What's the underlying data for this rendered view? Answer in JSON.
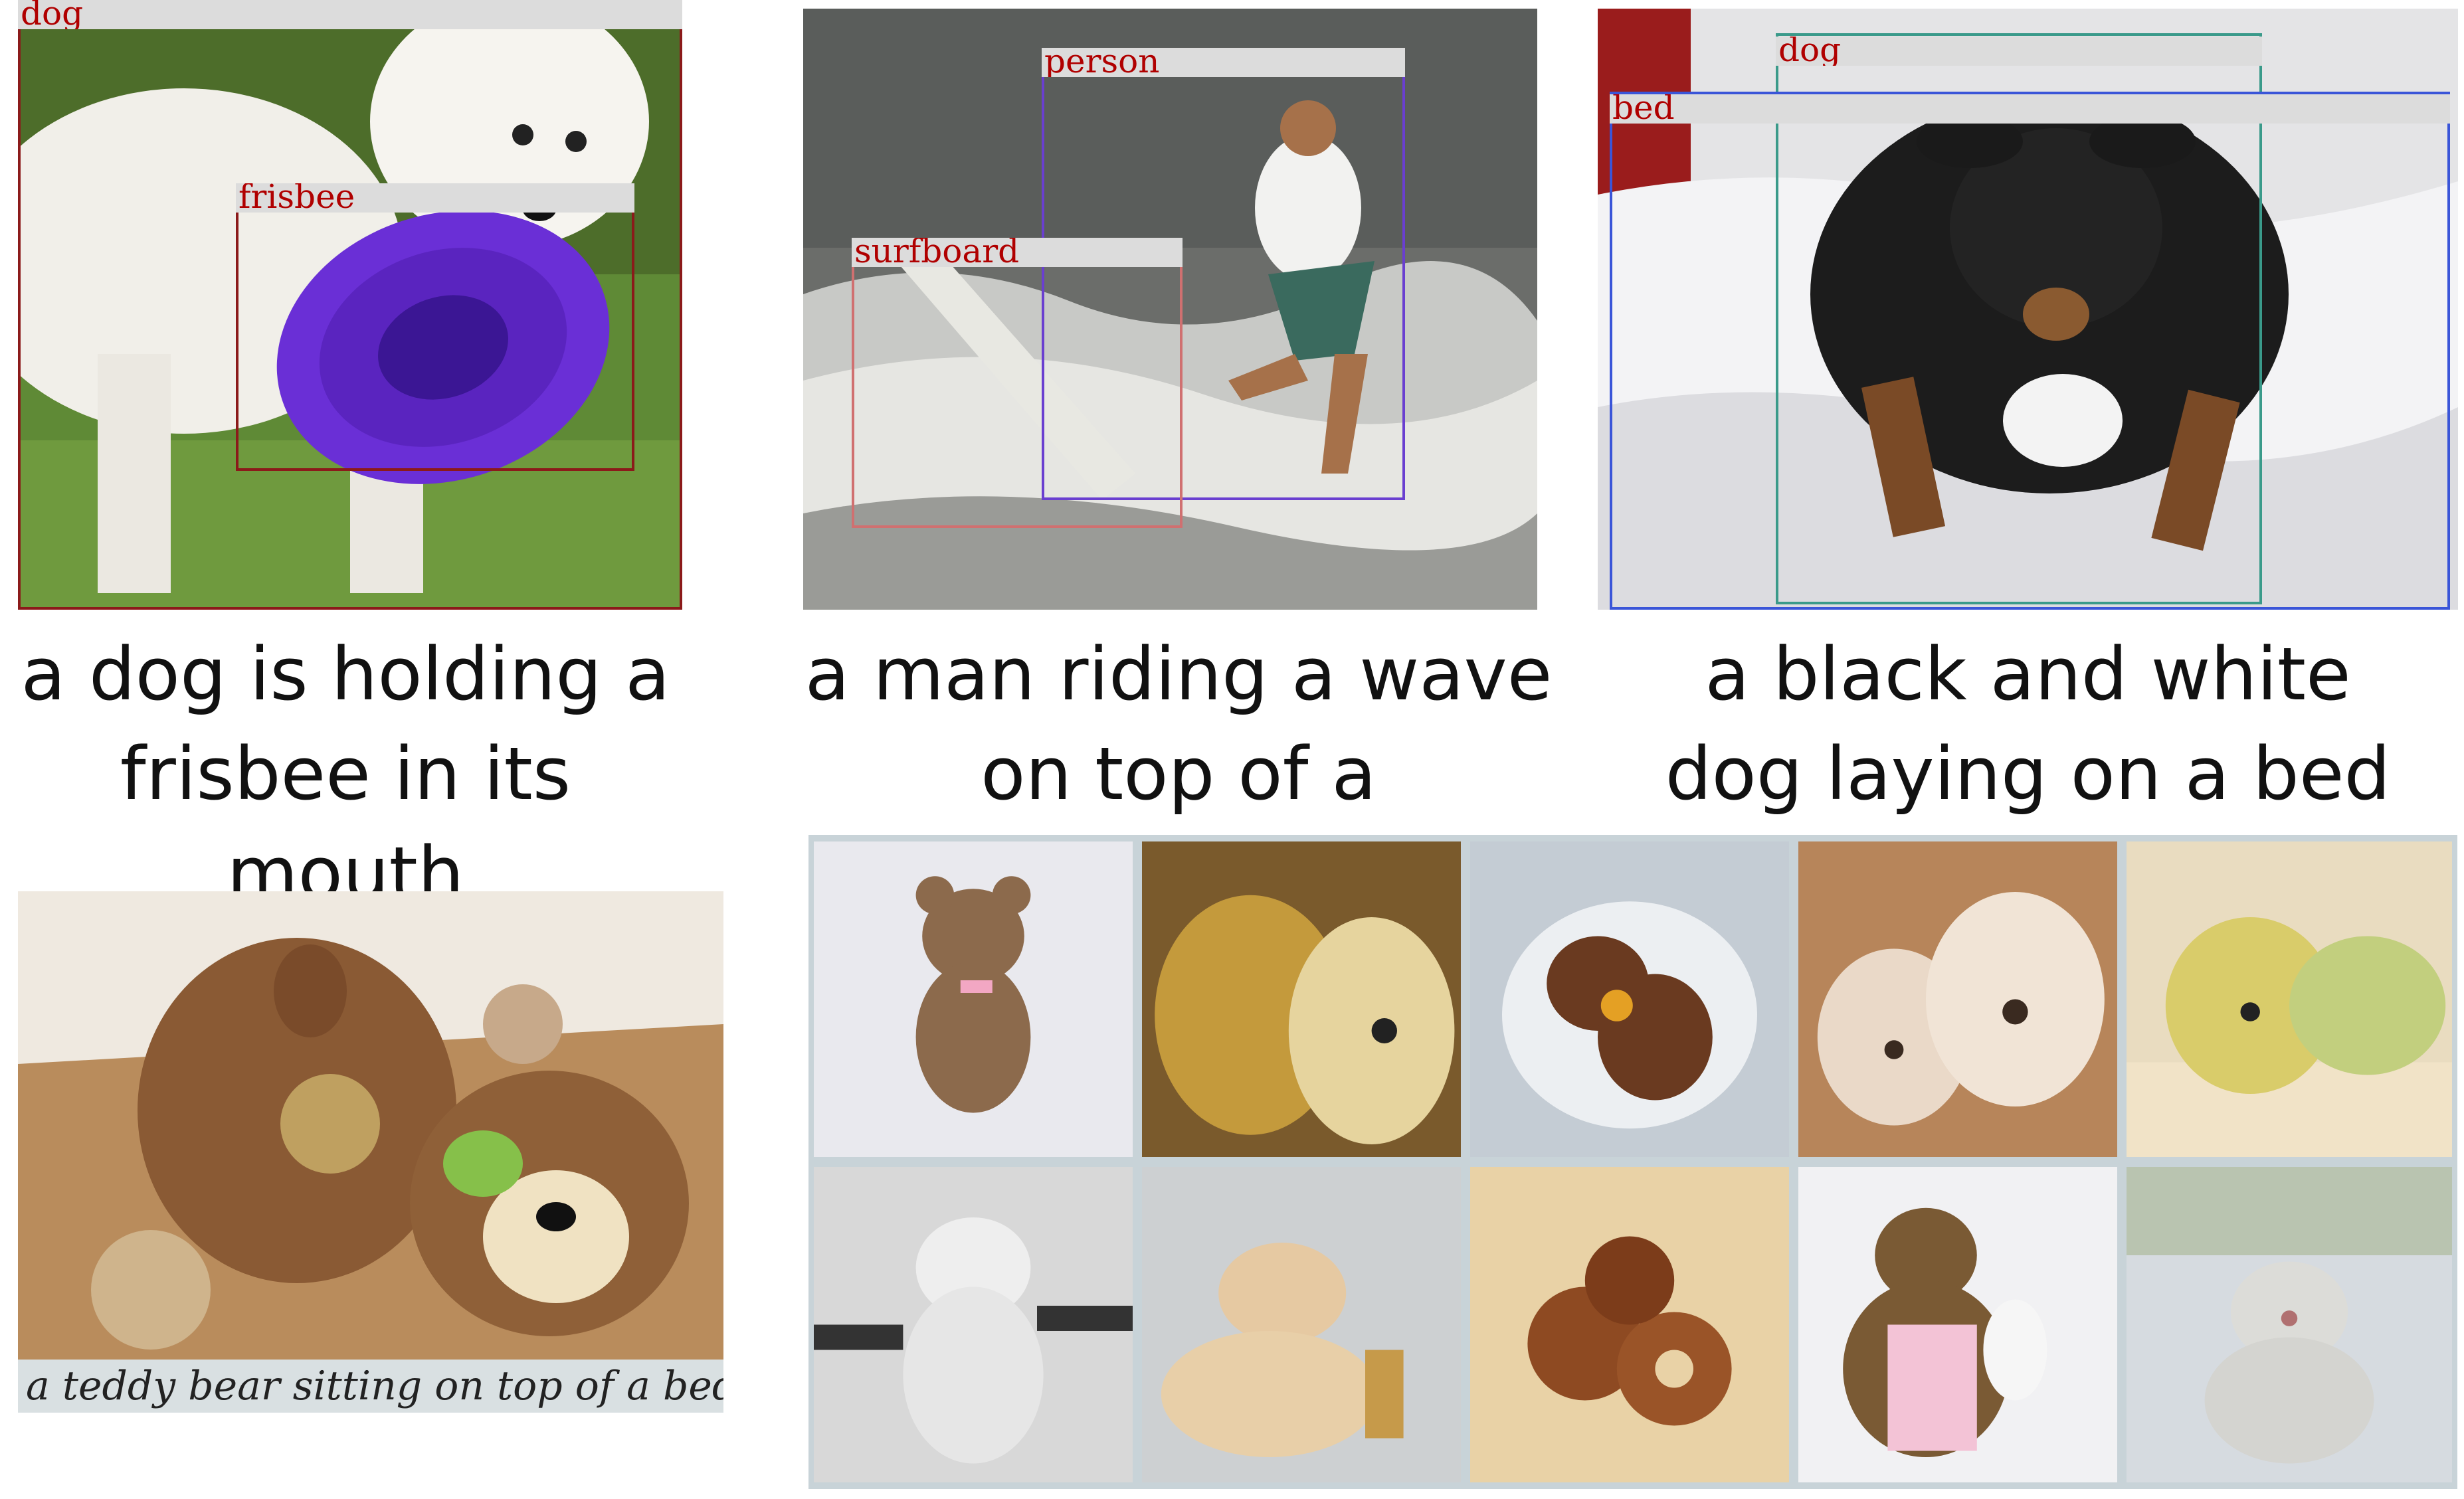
{
  "panels": [
    {
      "icon": "dog-with-frisbee-photo",
      "caption_line1": "a dog is holding a",
      "caption_line2": "frisbee in its mouth",
      "boxes": [
        {
          "label": "dog",
          "color": "#8b1a1a"
        },
        {
          "label": "frisbee",
          "color": "#8b1a1a"
        }
      ]
    },
    {
      "icon": "surfer-photo",
      "caption_line1": "a man riding a wave",
      "caption_line2": "on top of a surfboard",
      "boxes": [
        {
          "label": "person",
          "color": "#6a3fd0"
        },
        {
          "label": "surfboard",
          "color": "#d07070"
        }
      ]
    },
    {
      "icon": "dog-on-bed-photo",
      "caption_line1": "a black and white",
      "caption_line2": "dog laying on a bed",
      "boxes": [
        {
          "label": "dog",
          "color": "#3a9a8a"
        },
        {
          "label": "bed",
          "color": "#3a55d8"
        }
      ]
    }
  ],
  "teddy_panel": {
    "icon": "teddy-bear-photo",
    "caption": "a teddy bear sitting on top of a bed"
  },
  "teddy_grid": [
    {
      "icon": "teddy-bear-pink-ribbon-icon"
    },
    {
      "icon": "two-yellow-teddy-bears-icon"
    },
    {
      "icon": "teddy-bear-on-blanket-icon"
    },
    {
      "icon": "three-cream-teddy-bears-icon"
    },
    {
      "icon": "yellow-teddy-bear-on-bed-icon"
    },
    {
      "icon": "white-teddy-bear-held-icon"
    },
    {
      "icon": "beige-bear-with-bottle-icon"
    },
    {
      "icon": "donuts-icon"
    },
    {
      "icon": "brown-bear-with-lamb-icon"
    },
    {
      "icon": "grey-teddy-bear-on-bed-icon"
    }
  ]
}
